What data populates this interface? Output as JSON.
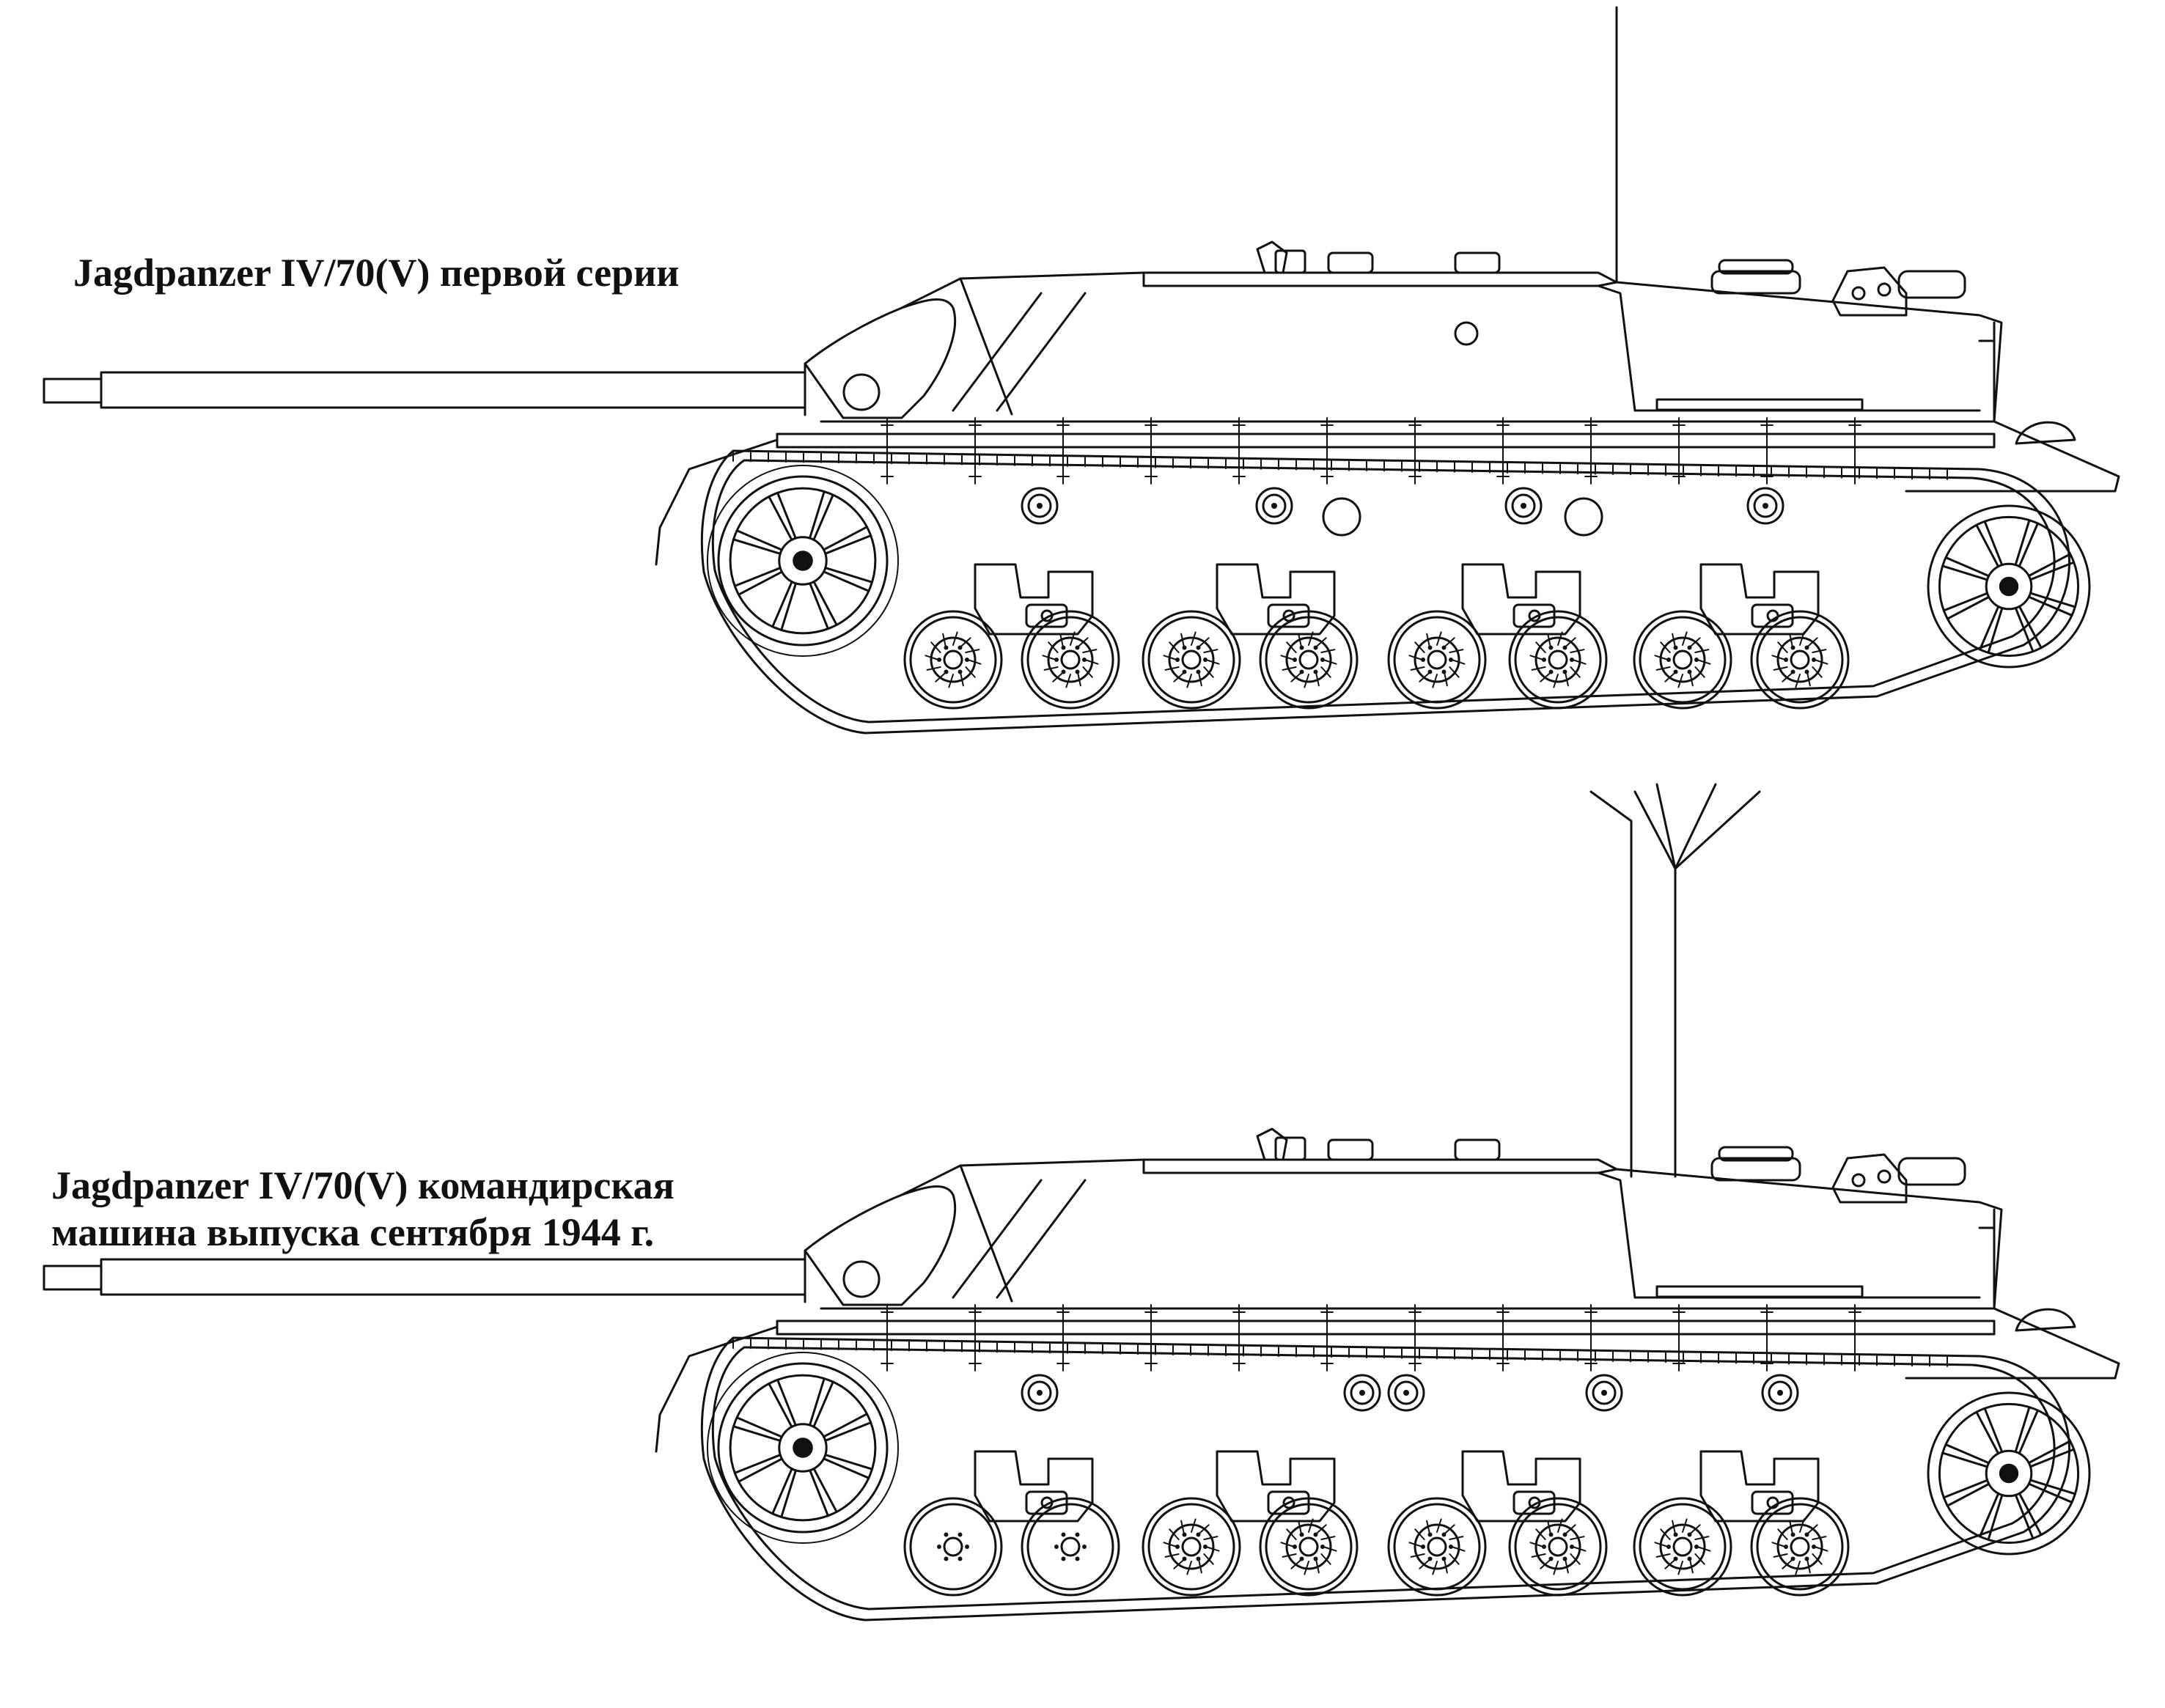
{
  "figure": {
    "vehicles": [
      {
        "id": "early-series",
        "caption_lines": [
          "Jagdpanzer IV/70(V) первой серии"
        ],
        "antenna": "rod"
      },
      {
        "id": "command-vehicle",
        "caption_lines": [
          "Jagdpanzer IV/70(V) командирская",
          "машина выпуска сентября 1944 г."
        ],
        "antenna": "star"
      }
    ]
  }
}
